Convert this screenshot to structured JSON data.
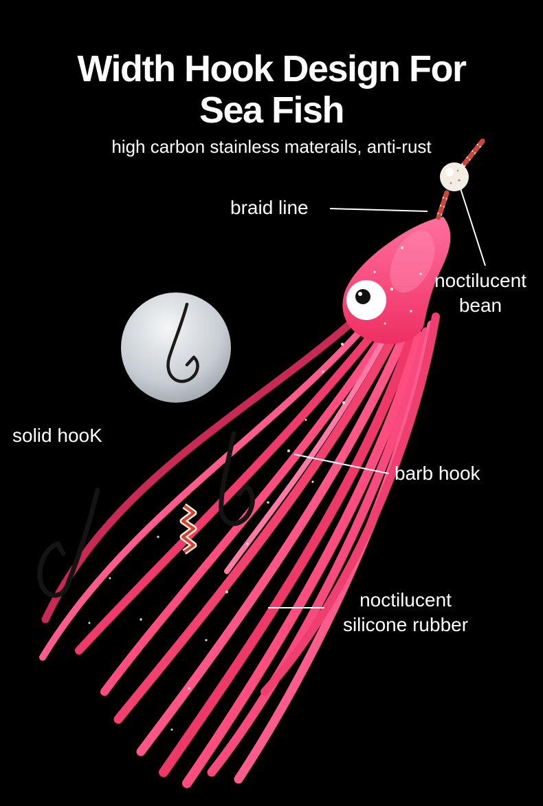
{
  "header": {
    "title_line1": "Width Hook Design For",
    "title_line2": "Sea Fish",
    "subtitle": "high carbon stainless materails, anti-rust"
  },
  "callouts": {
    "braid_line": {
      "label": "braid line"
    },
    "noctilucent_bean": {
      "line1": "noctilucent",
      "line2": "bean"
    },
    "solid_hook": {
      "label": "solid hooK"
    },
    "barb_hook": {
      "label": "barb hook"
    },
    "silicone_rubber": {
      "line1": "noctilucent",
      "line2": "silicone rubber"
    }
  },
  "illustration": {
    "icons": [
      "squid-lure-icon",
      "noctilucent-bead-icon",
      "braid-line-icon",
      "barb-hook-icon",
      "solid-hook-icon",
      "hook-inset-icon",
      "spring-coil-icon"
    ]
  },
  "colors": {
    "background": "#000000",
    "text": "#ffffff",
    "lure_pink": "#ff4d80",
    "lure_pink_dark": "#e83364",
    "bead_white": "#f3ede3",
    "braid_red": "#cf4437",
    "hook_black": "#141414"
  }
}
